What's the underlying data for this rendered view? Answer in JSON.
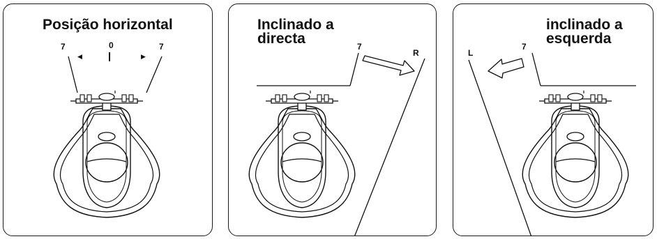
{
  "panels": [
    {
      "title": "Posição horizontal",
      "labels": {
        "left_mark": "7",
        "center_mark": "0",
        "right_mark": "7"
      }
    },
    {
      "title_line1": "Inclinado a",
      "title_line2": "directa",
      "labels": {
        "tilt_mark": "7",
        "direction": "R"
      }
    },
    {
      "title_line1": "inclinado a",
      "title_line2": "esquerda",
      "labels": {
        "tilt_mark": "7",
        "direction": "L"
      }
    }
  ],
  "icons": {
    "scooter": "jet-ski-top-view",
    "arrow_right": "hollow-arrow-right",
    "arrow_left": "hollow-arrow-left",
    "small_left": "◀",
    "small_right": "▶"
  }
}
